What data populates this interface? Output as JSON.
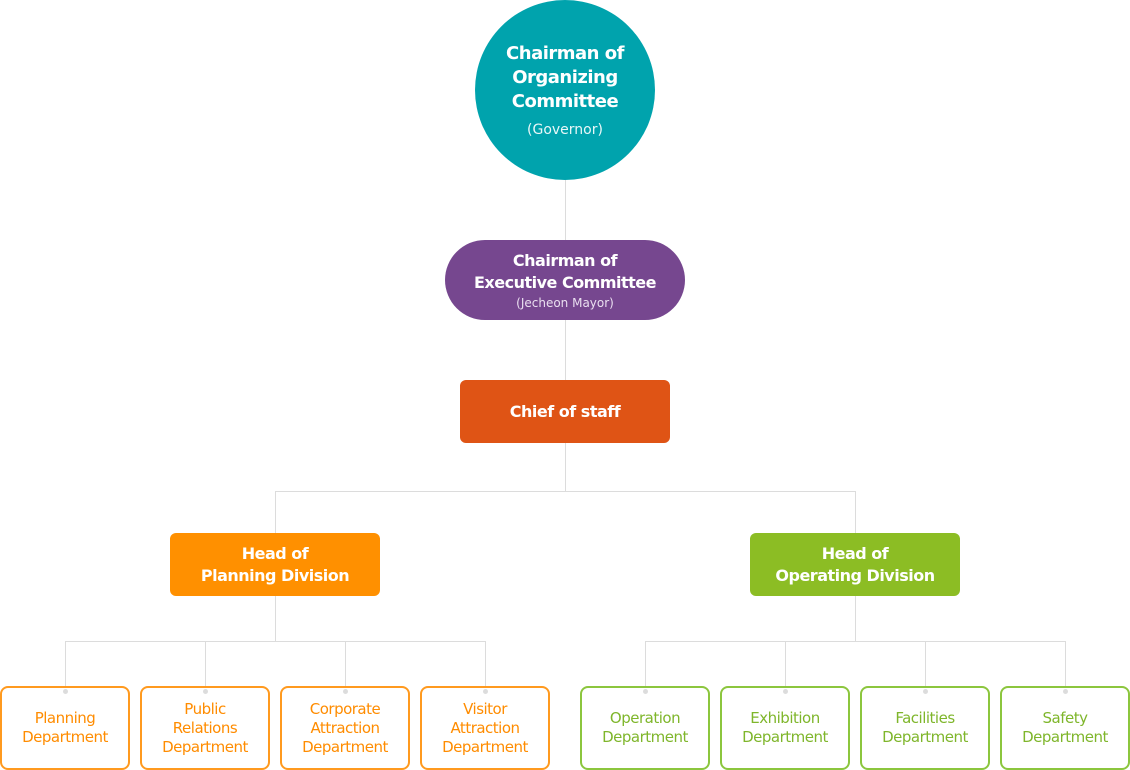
{
  "root": {
    "title": "Chairman of Organizing Committee",
    "sub": "(Governor)"
  },
  "executive": {
    "title_line1": "Chairman of",
    "title_line2": "Executive Committee",
    "sub": "(Jecheon Mayor)"
  },
  "chief": {
    "label": "Chief of staff"
  },
  "divisions": [
    {
      "line1": "Head of",
      "line2": "Planning Division",
      "color": "#ff9000"
    },
    {
      "line1": "Head of",
      "line2": "Operating Division",
      "color": "#8cbd24"
    }
  ],
  "planning_departments": [
    {
      "line1": "Planning",
      "line2": "Department"
    },
    {
      "line1": "Public",
      "line2": "Relations",
      "line3": "Department"
    },
    {
      "line1": "Corporate",
      "line2": "Attraction",
      "line3": "Department"
    },
    {
      "line1": "Visitor",
      "line2": "Attraction",
      "line3": "Department"
    }
  ],
  "operating_departments": [
    {
      "line1": "Operation",
      "line2": "Department"
    },
    {
      "line1": "Exhibition",
      "line2": "Department"
    },
    {
      "line1": "Facilities",
      "line2": "Department"
    },
    {
      "line1": "Safety",
      "line2": "Department"
    }
  ],
  "colors": {
    "root": "#00a3ad",
    "executive": "#76478f",
    "chief": "#df5415",
    "planning": "#ff9000",
    "operating": "#8cbd24",
    "connector": "#dcdcdc"
  }
}
